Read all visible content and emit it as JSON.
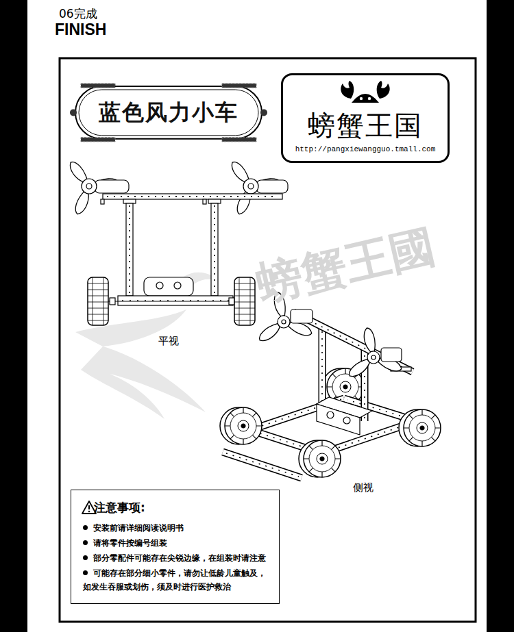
{
  "diagram": {
    "title": "FINISH",
    "nodes": [
      {
        "text": [
          "蓝色风力小车"
        ]
      },
      {
        "text": [
          "螃蟹王国",
          "http://pangxiewangguo.tmall.com"
        ]
      },
      {
        "text": [
          "注意事项:",
          "安装前请详细阅读说明书",
          "请将零件按编号组装",
          "部分零配件可能存在尖锐边缘，在组装时请注意",
          "可能存在部分细小零件，请勿让低龄儿童触及， 如发生吞服或划伤，须及时进行医护救治"
        ]
      }
    ],
    "labels": [
      "06完成",
      "平视",
      "侧视",
      "螃蟹王國"
    ]
  }
}
